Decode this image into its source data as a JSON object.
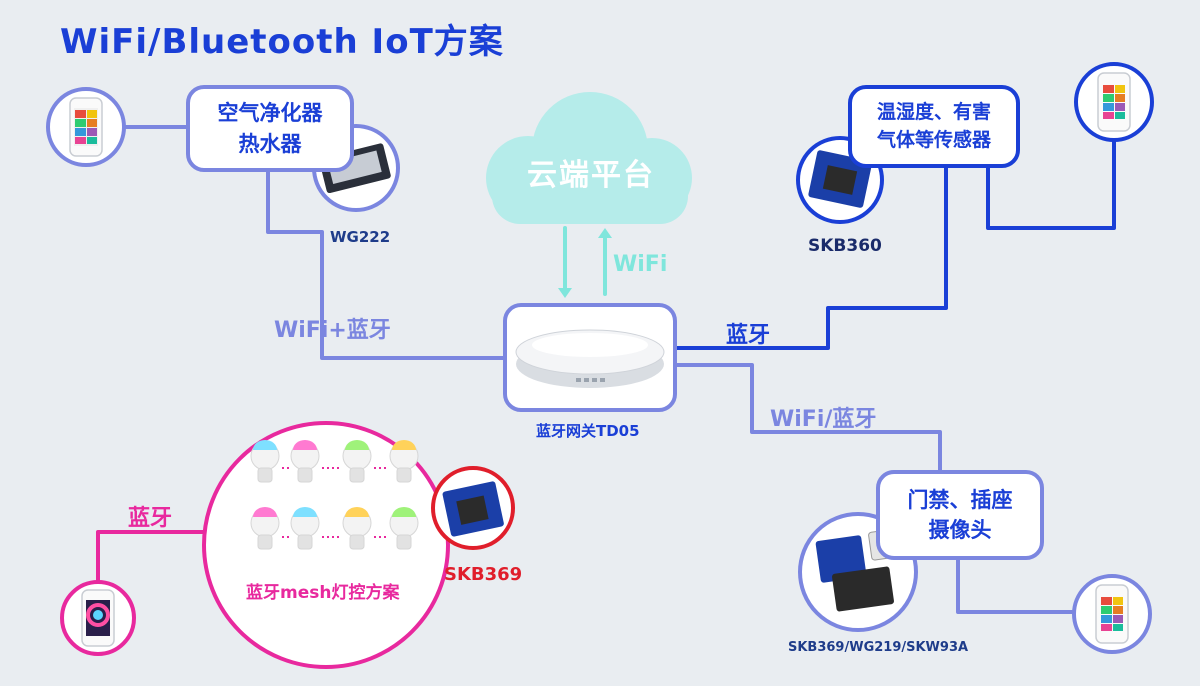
{
  "title": "WiFi/Bluetooth IoT方案",
  "cloud": {
    "label": "云端平台"
  },
  "links": {
    "wifi_up": "WiFi",
    "left_wifi_bt": "WiFi+蓝牙",
    "right_bt": "蓝牙",
    "right_wifi_bt": "WiFi/蓝牙",
    "mesh_bt": "蓝牙"
  },
  "gateway": {
    "caption": "蓝牙网关TD05"
  },
  "devices": {
    "air_purifier": {
      "line1": "空气净化器",
      "line2": "热水器",
      "module": "WG222"
    },
    "sensors": {
      "line1": "温湿度、有害",
      "line2": "气体等传感器",
      "module": "SKB360"
    },
    "access": {
      "line1": "门禁、插座",
      "line2": "摄像头",
      "module": "SKB369/WG219/SKW93A"
    },
    "mesh": {
      "label": "蓝牙mesh灯控方案",
      "module": "SKB369"
    }
  },
  "colors": {
    "title": "#1a3fd6",
    "lavender_line": "#7b86e0",
    "blue_line": "#1a3fd6",
    "cloud": "#b5ecea",
    "cyan_arrow": "#7fe6dc",
    "pink": "#e8299e",
    "red": "#e01e2b"
  }
}
